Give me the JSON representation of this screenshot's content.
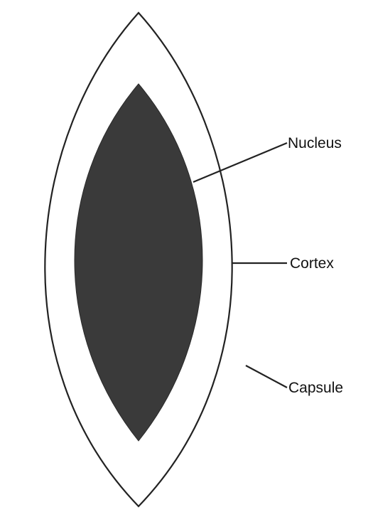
{
  "labels": {
    "nucleus": "Nucleus",
    "cortex": "Cortex",
    "capsule": "Capsule"
  },
  "colors": {
    "nucleus_fill": "#3a3a3a",
    "outline": "#222222",
    "background": "#ffffff"
  }
}
